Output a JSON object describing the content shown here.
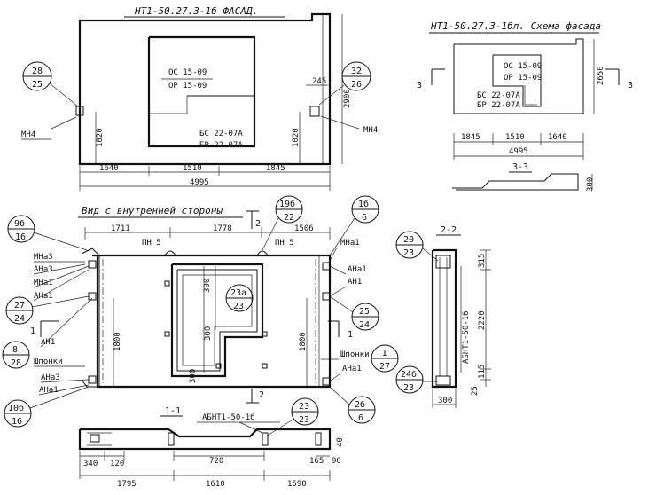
{
  "facade": {
    "title": "НТ1-50.27.3-1б  ФАСАД.",
    "window_labels": [
      "ОС 15-09",
      "ОР 15-09"
    ],
    "door_labels": [
      "БС 22-07А",
      "БР 22-07А"
    ],
    "callout_left": {
      "top": "28",
      "bottom": "25"
    },
    "callout_right": {
      "top": "32",
      "bottom": "26"
    },
    "mn_left": "МН4",
    "mn_right": "МН4",
    "dims": {
      "h_left": "1020",
      "h_right": "1020",
      "d245": "245",
      "h_total": "2900",
      "seg1": "1640",
      "seg2": "1510",
      "seg3": "1845",
      "total": "4995"
    }
  },
  "scheme": {
    "title": "НТ1-50.27.3-1бл. Схема фасада",
    "window_labels": [
      "ОС 15-09",
      "ОР 15-09"
    ],
    "door_labels": [
      "БС 22-07А",
      "БР 22-07А"
    ],
    "section_mark": "3",
    "dims": {
      "height": "2650",
      "seg1": "1845",
      "seg2": "1510",
      "seg3": "1640",
      "total": "4995"
    },
    "section33": {
      "title": "3-3",
      "dim": "300"
    }
  },
  "inner": {
    "title": "Вид с внутренней стороны",
    "cut_mark": "2",
    "dims": {
      "top1": "1711",
      "top2": "1778",
      "top3": "1506",
      "v_left": "1800",
      "v_right": "1800",
      "w300a": "300",
      "w300b": "300",
      "w300c": "300"
    },
    "pn_labels": [
      "ПН 5",
      "ПН 5"
    ],
    "callouts": [
      {
        "id": "9б",
        "sub": "16"
      },
      {
        "id": "19б",
        "sub": "22"
      },
      {
        "id": "1б",
        "sub": "6"
      },
      {
        "id": "23а",
        "sub": "23"
      },
      {
        "id": "27",
        "sub": "24"
      },
      {
        "id": "25",
        "sub": "24"
      },
      {
        "id": "8",
        "sub": "28"
      },
      {
        "id": "I",
        "sub": "27"
      },
      {
        "id": "10б",
        "sub": "16"
      },
      {
        "id": "2б",
        "sub": "6"
      },
      {
        "id": "23",
        "sub": "23"
      }
    ],
    "left_labels": [
      "МНа3",
      "АНа3",
      "МНа1",
      "АНа1",
      "АН1",
      "Шпонки",
      "АНа3",
      "АНа1"
    ],
    "right_labels": [
      "МНа1",
      "АНа1",
      "АН1",
      "Шпонки",
      "АНа1"
    ],
    "section_marks": [
      "1",
      "1",
      "2"
    ]
  },
  "section11": {
    "title": "1-1",
    "mark": "АБНТ1-50-1б",
    "dims": {
      "d340": "340",
      "d120": "120",
      "d720": "720",
      "d165": "165",
      "d90": "90",
      "d40": "40",
      "d1795": "1795",
      "d1610": "1610",
      "d1590": "1590"
    }
  },
  "section22": {
    "title": "2-2",
    "callout_top": {
      "top": "20",
      "bottom": "23"
    },
    "callout_bottom": {
      "top": "24б",
      "bottom": "23"
    },
    "mark": "АБНТ1-50-1б",
    "dims": {
      "d315": "315",
      "d2220": "2220",
      "d115": "115",
      "d25": "25",
      "d300": "300"
    }
  }
}
